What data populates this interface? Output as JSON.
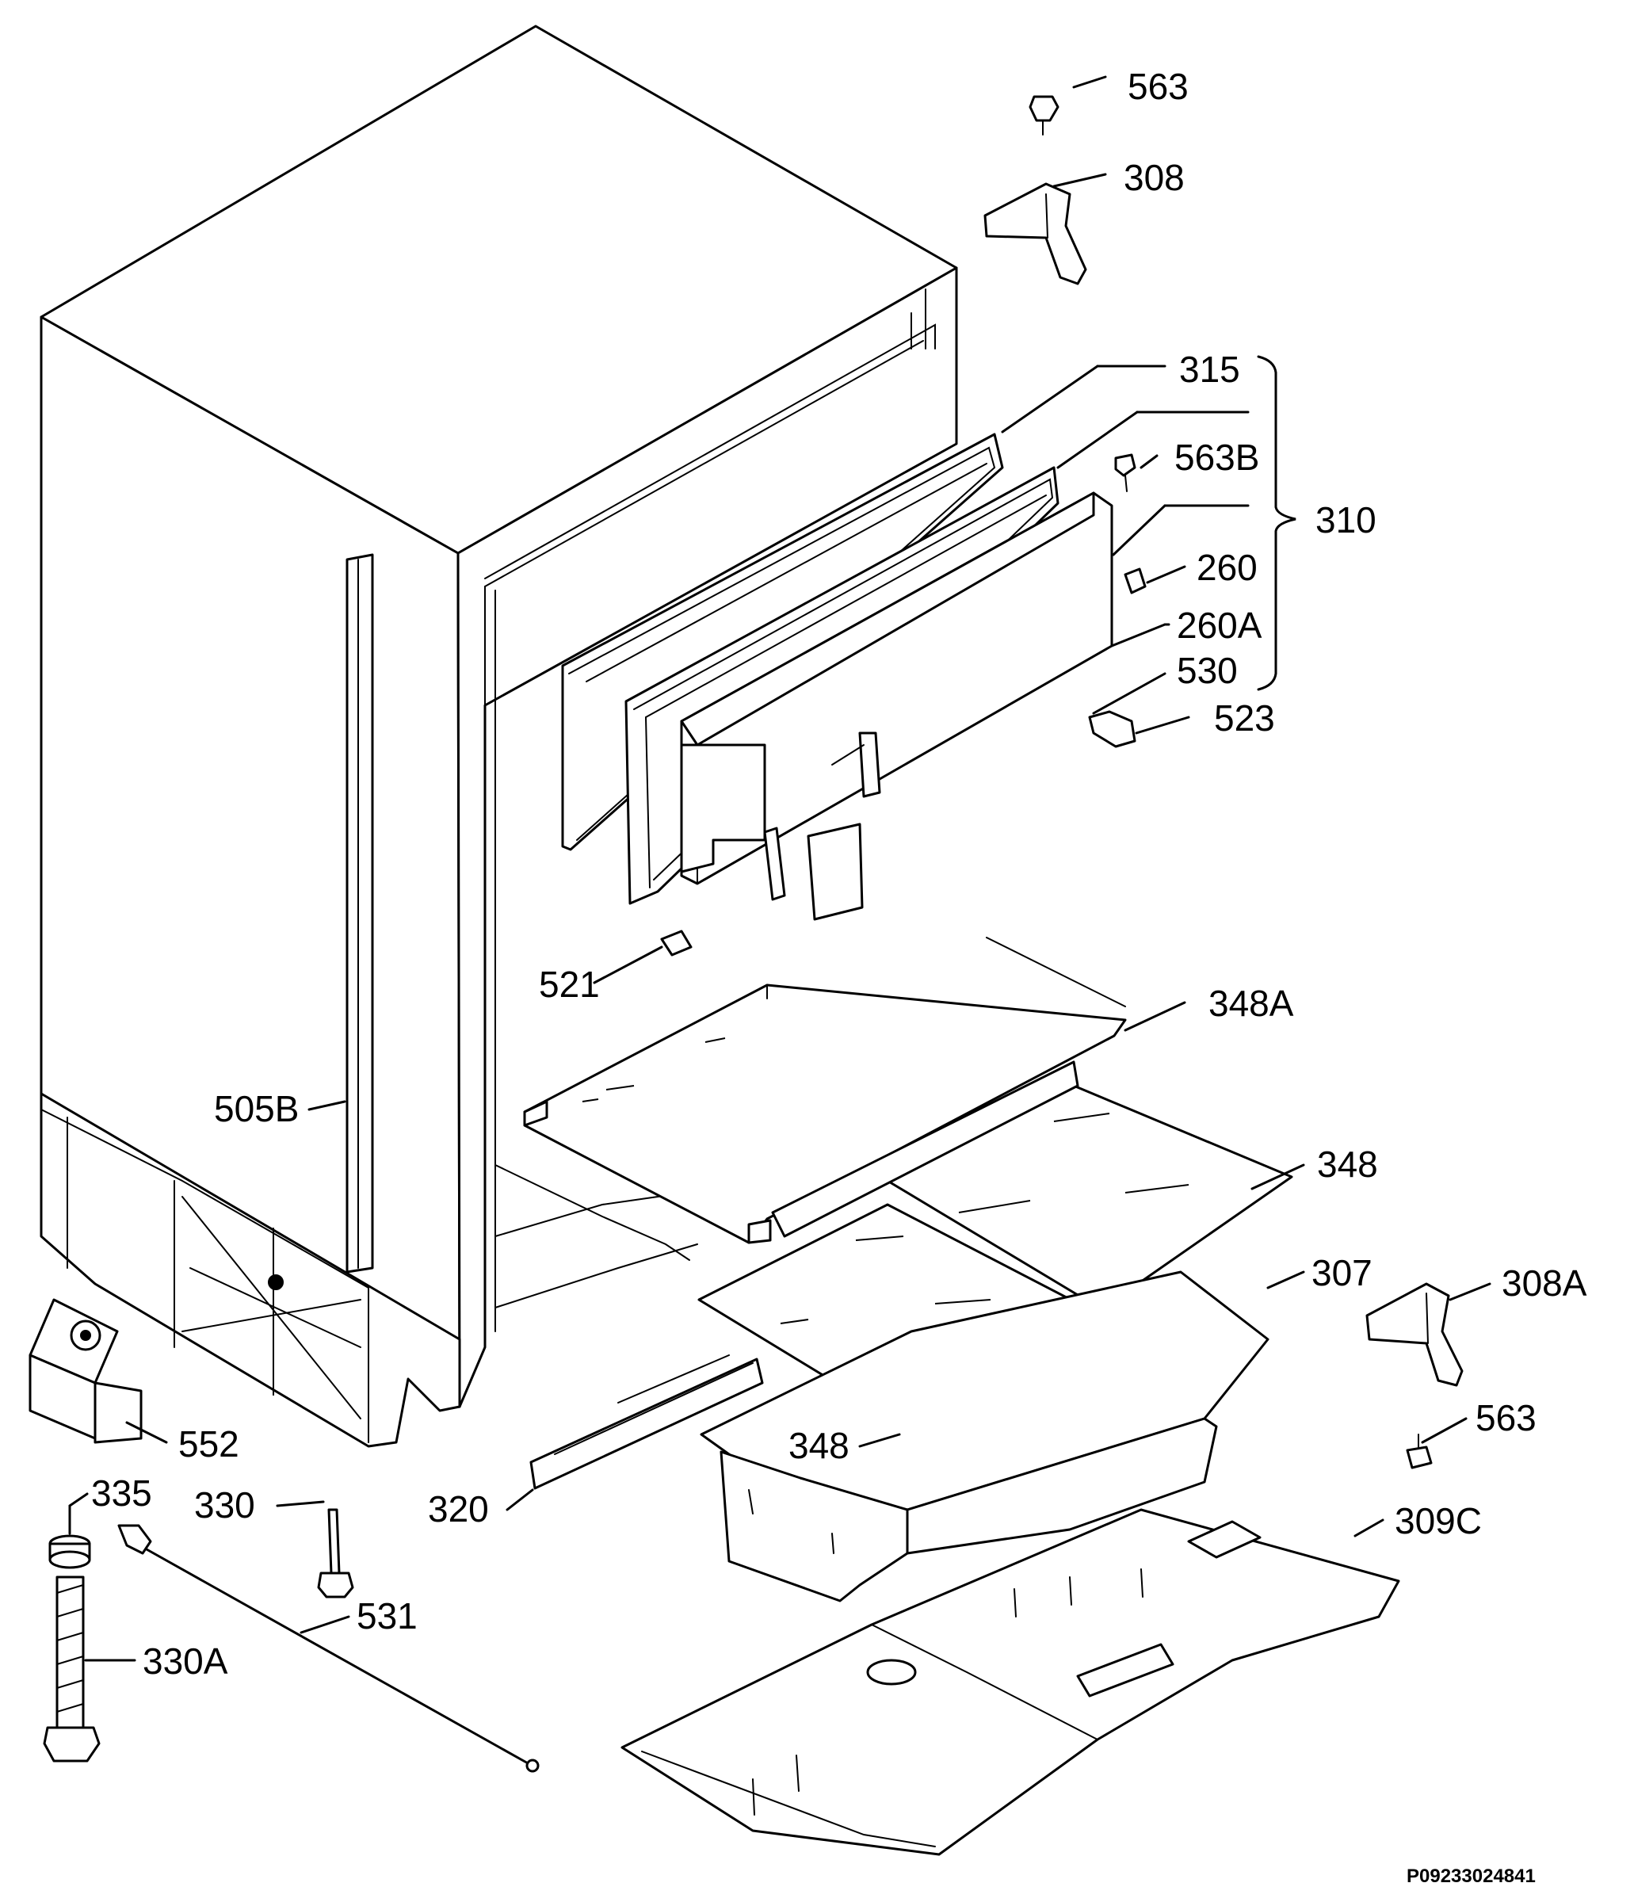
{
  "callouts": {
    "c563_top": "563",
    "c308": "308",
    "c315": "315",
    "c563b": "563B",
    "c310": "310",
    "c260": "260",
    "c260a": "260A",
    "c530": "530",
    "c523": "523",
    "c521": "521",
    "c348a": "348A",
    "c505b": "505B",
    "c348_right": "348",
    "c307": "307",
    "c308a": "308A",
    "c552": "552",
    "c348_lower": "348",
    "c563_bottom": "563",
    "c330": "330",
    "c320": "320",
    "c335": "335",
    "c309c": "309C",
    "c531": "531",
    "c330a": "330A"
  },
  "drawing_code": "P09233024841"
}
